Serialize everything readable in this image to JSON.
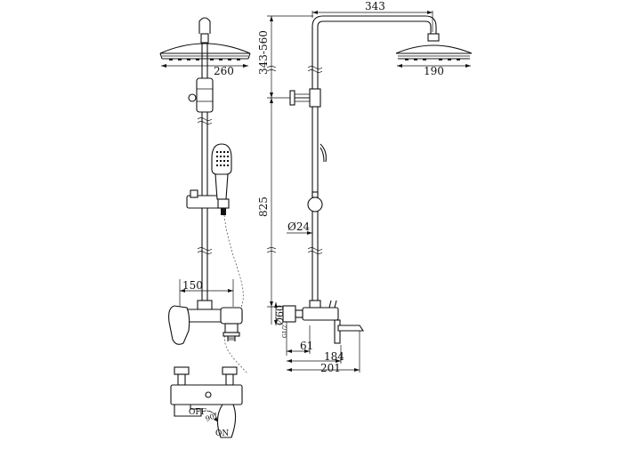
{
  "dimensions": {
    "front_head_diameter": "260",
    "front_mixer_spacing": "150",
    "side_arm_length": "343",
    "side_head_diameter": "190",
    "side_height_range": "343-560",
    "side_rail_height": "825",
    "side_pipe_diameter": "Ø24",
    "side_mixer_diameter": "Ø60",
    "side_thread": "G1/2",
    "side_offset_61": "61",
    "side_offset_184": "184",
    "side_offset_201": "201"
  },
  "valve": {
    "off_label": "OFF",
    "angle_label": "90°",
    "on_label": "ON"
  }
}
